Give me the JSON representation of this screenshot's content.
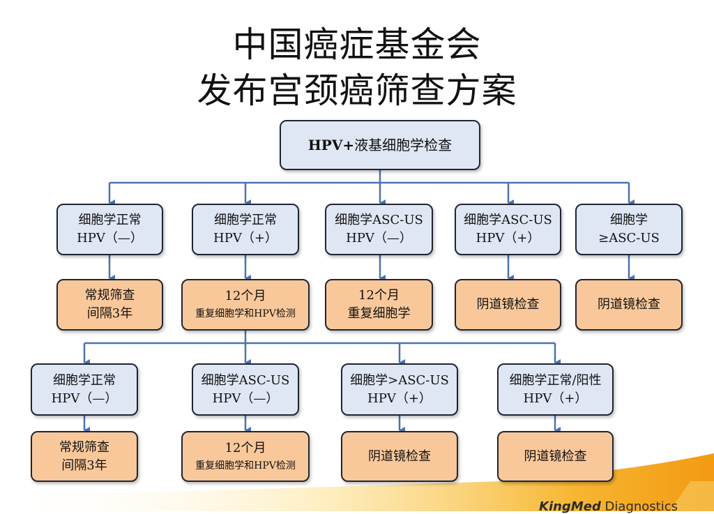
{
  "title": {
    "line1": "中国癌症基金会",
    "line2": "发布宫颈癌筛查方案"
  },
  "root": {
    "bold": "HPV+",
    "rest": "液基细胞学检查"
  },
  "level1": [
    {
      "line1": "细胞学正常",
      "line2": "HPV（—）"
    },
    {
      "line1": "细胞学正常",
      "line2": "HPV（+）"
    },
    {
      "line1": "细胞学ASC-US",
      "line2": "HPV（—）"
    },
    {
      "line1": "细胞学ASC-US",
      "line2": "HPV（+）"
    },
    {
      "line1": "细胞学",
      "line2": "≥ASC-US"
    }
  ],
  "level1_actions": [
    {
      "line1": "常规筛查",
      "line2": "间隔3年"
    },
    {
      "line1": "12个月",
      "line2": "重复细胞学和HPV检测"
    },
    {
      "line1": "12个月",
      "line2": "重复细胞学"
    },
    {
      "line1": "阴道镜检查",
      "line2": ""
    },
    {
      "line1": "阴道镜检查",
      "line2": ""
    }
  ],
  "level2": [
    {
      "line1": "细胞学正常",
      "line2": "HPV（—）"
    },
    {
      "line1": "细胞学ASC-US",
      "line2": "HPV（—）"
    },
    {
      "line1": "细胞学>ASC-US",
      "line2": "HPV（+）"
    },
    {
      "line1": "细胞学正常/阳性",
      "line2": "HPV（+）"
    }
  ],
  "level2_actions": [
    {
      "line1": "常规筛查",
      "line2": "间隔3年"
    },
    {
      "line1": "12个月",
      "line2": "重复细胞学和HPV检测"
    },
    {
      "line1": "阴道镜检查",
      "line2": ""
    },
    {
      "line1": "阴道镜检查",
      "line2": ""
    }
  ],
  "footer": {
    "brand": "KingMed",
    "suffix": " Diagnostics"
  },
  "colors": {
    "arrow": "#4a72b0",
    "blue_box": "#dfe6f4",
    "orange_box": "#f9c89a",
    "border": "#1f2530"
  }
}
